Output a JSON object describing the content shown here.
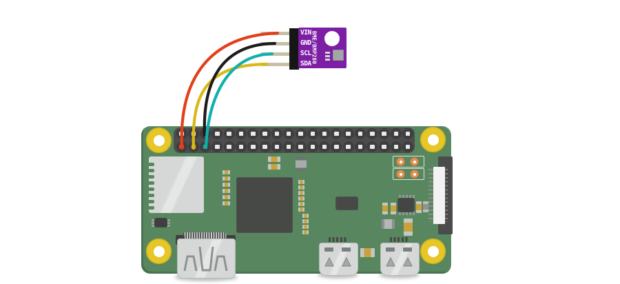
{
  "sensor_module": {
    "vertical_label": "BME/BMP280",
    "board_color": "#7d1fa5",
    "pins": [
      {
        "label": "VIN",
        "wire": "red",
        "wire_color": "#e2401b",
        "connects_to": "gpio-header bottom row pin 1"
      },
      {
        "label": "GND",
        "wire": "black",
        "wire_color": "#1c1c1c",
        "connects_to": "gpio-header top row pin 3"
      },
      {
        "label": "SCL",
        "wire": "teal",
        "wire_color": "#10b0ad",
        "connects_to": "gpio-header bottom row pin 3"
      },
      {
        "label": "SDA",
        "wire": "yellow",
        "wire_color": "#d9b916",
        "connects_to": "gpio-header bottom row pin 2"
      }
    ]
  },
  "pi_board": {
    "pcb_color": "#58875f",
    "mounting_hole_color": "#e7c628",
    "gpio_header": {
      "rows": 2,
      "pins_per_row": 20
    }
  }
}
